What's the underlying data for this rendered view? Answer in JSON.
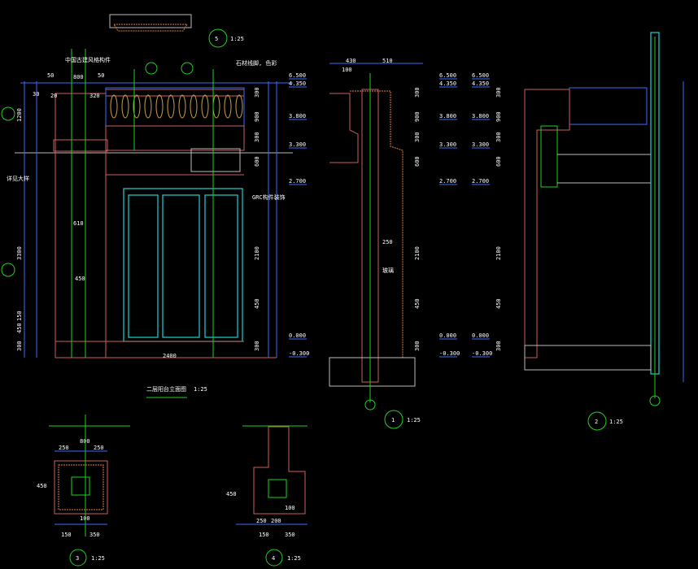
{
  "drawing": {
    "elevation_title": "二层阳台立面图",
    "elevation_scale": "1:25",
    "details": [
      {
        "num": "1",
        "scale": "1:25"
      },
      {
        "num": "2",
        "scale": "1:25"
      },
      {
        "num": "3",
        "scale": "1:25"
      },
      {
        "num": "4",
        "scale": "1:25"
      },
      {
        "num": "5",
        "scale": "1:25"
      }
    ],
    "levels": [
      "6.500",
      "4.350",
      "3.800",
      "3.300",
      "2.700",
      "0.000",
      "-0.300"
    ],
    "elevation_dims_right": [
      "300",
      "900",
      "300",
      "600",
      "2100",
      "450",
      "300"
    ],
    "elevation_dims_left": [
      "1200",
      "3300",
      "150",
      "450",
      "300"
    ],
    "horizontal_dims": [
      "50",
      "800",
      "50",
      "30",
      "20",
      "320",
      "610",
      "450",
      "2400"
    ],
    "section1_dims": [
      "430",
      "510",
      "100",
      "250"
    ],
    "detail3_dims": [
      "250",
      "800",
      "250",
      "450",
      "100",
      "150",
      "350"
    ],
    "detail4_dims": [
      "250",
      "200",
      "100",
      "450",
      "150",
      "350"
    ],
    "notes": [
      "石材线脚, 色彩",
      "中国古建风格构件",
      "GRC构件装饰",
      "详见大样",
      "玻璃"
    ]
  }
}
